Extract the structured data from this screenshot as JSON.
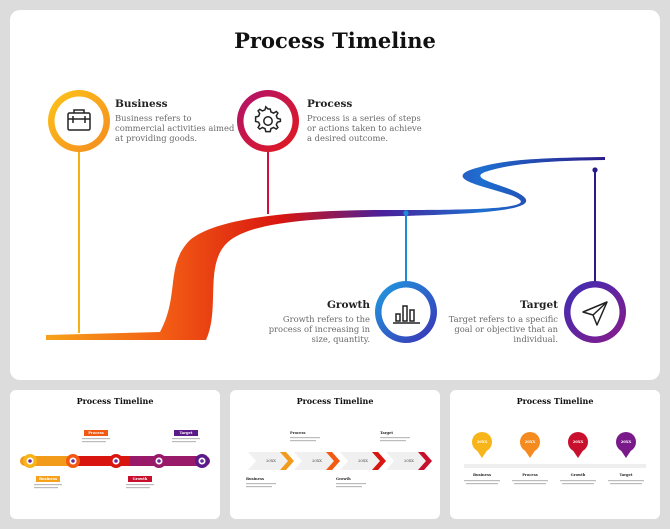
{
  "main": {
    "title": "Process Timeline",
    "steps": [
      {
        "heading": "Business",
        "desc": "Business refers to commercial activities aimed at providing goods.",
        "icon": "briefcase-icon"
      },
      {
        "heading": "Process",
        "desc": "Process is a series of steps or actions taken to achieve a desired outcome.",
        "icon": "gear-icon"
      },
      {
        "heading": "Growth",
        "desc": "Growth refers to the process of increasing in size, quantity.",
        "icon": "bar-chart-icon"
      },
      {
        "heading": "Target",
        "desc": "Target refers to a specific goal or objective that an individual.",
        "icon": "paper-plane-icon"
      }
    ],
    "colors": {
      "orange": "#f7a21b",
      "red": "#c8102e",
      "blue": "#1e6fd0",
      "purple": "#5a1a8a"
    }
  },
  "thumbnails": [
    {
      "title": "Process Timeline",
      "labels": [
        "Process",
        "Target",
        "Business",
        "Growth"
      ]
    },
    {
      "title": "Process Timeline",
      "chevrons": [
        "20XX",
        "20XX",
        "20XX",
        "20XX"
      ],
      "labels": [
        "Process",
        "Target",
        "Business",
        "Growth"
      ]
    },
    {
      "title": "Process Timeline",
      "pins": [
        "20XX",
        "20XX",
        "20XX",
        "20XX"
      ],
      "labels": [
        "Business",
        "Process",
        "Growth",
        "Target"
      ]
    }
  ]
}
